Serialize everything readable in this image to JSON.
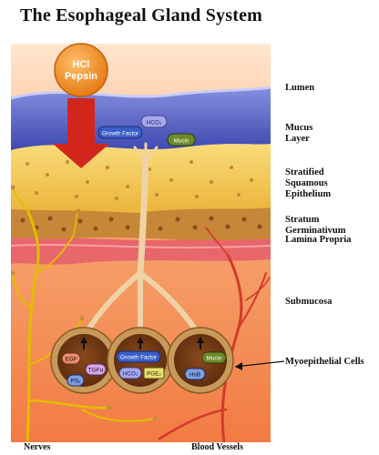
{
  "title": "The Esophageal Gland System",
  "acid_bubble": {
    "line1": "HCl",
    "line2": "Pepsin"
  },
  "secretions": [
    "Growth Factor",
    "HCO₃",
    "Mucin"
  ],
  "layers": {
    "lumen": "Lumen",
    "mucus": "Mucus\nLayer",
    "epithelium": "Stratified\nSquamous\nEpithelium",
    "germinativum": "Stratum Germinativum",
    "lamina": "Lamina Propria",
    "submucosa": "Submucosa",
    "myoepithelial": "Myoepithelial Cells"
  },
  "glands": {
    "left": {
      "items": [
        "EGF",
        "TGFα",
        "PS₂"
      ]
    },
    "middle": {
      "items": [
        "Growth Factor",
        "HCO₃",
        "PGE₂"
      ]
    },
    "right": {
      "items": [
        "Mucin",
        "HsB"
      ]
    }
  },
  "bottom": {
    "nerves": "Nerves",
    "vessels": "Blood Vessels"
  },
  "colors": {
    "lumen_top": "#ffd1a8",
    "mucus": "#5a63c4",
    "epithelium": "#f3c548",
    "germinativum": "#c98a3a",
    "lamina": "#e96a6a",
    "submucosa": "#f08a55",
    "acid": "#f08a1f",
    "arrow": "#d2261c",
    "nerve": "#e9c400",
    "vessel": "#d83a2a",
    "duct": "#efd3a6"
  }
}
